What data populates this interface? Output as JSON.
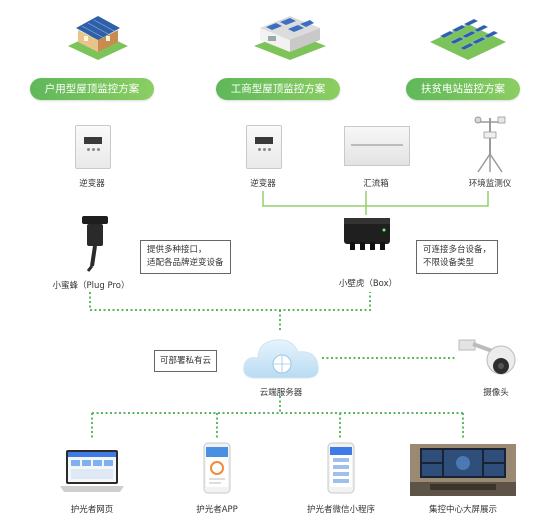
{
  "scenarios": [
    {
      "label": "户用型屋顶监控方案"
    },
    {
      "label": "工商型屋顶监控方案"
    },
    {
      "label": "扶贫电站监控方案"
    }
  ],
  "devices": {
    "inverter_left": "逆变器",
    "inverter_mid": "逆变器",
    "combiner_box": "汇流箱",
    "weather_station": "环境监测仪",
    "plug_pro": "小蜜蜂（Plug Pro）",
    "box": "小壁虎（Box）",
    "cloud": "云端服务器",
    "camera": "摄像头"
  },
  "notes": {
    "plug_pro_note": [
      "提供多种接口，",
      "适配各品牌逆变设备"
    ],
    "box_note": [
      "可连接多台设备，",
      "不限设备类型"
    ],
    "cloud_note": "可部署私有云"
  },
  "clients": [
    {
      "label": "护光者网页"
    },
    {
      "label": "护光者APP"
    },
    {
      "label": "护光者微信小程序"
    },
    {
      "label": "集控中心大屏展示"
    }
  ],
  "colors": {
    "accent_green": "#6cbf5c",
    "line_green": "#8fd16a",
    "dotted_green": "#5cb85c"
  }
}
